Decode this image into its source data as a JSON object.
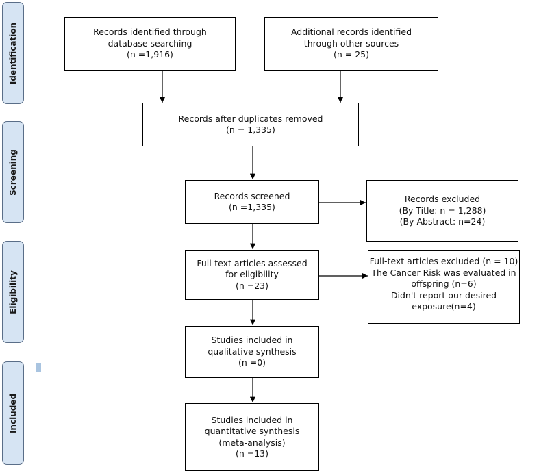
{
  "stages": {
    "identification": "Identification",
    "screening": "Screening",
    "eligibility": "Eligibility",
    "included": "Included"
  },
  "boxes": {
    "db_search": [
      "Records identified through",
      "database searching",
      "(n =1,916)"
    ],
    "other_sources": [
      "Additional records identified",
      "through other sources",
      "(n = 25)"
    ],
    "after_duplicates": [
      "Records after duplicates removed",
      "(n = 1,335)"
    ],
    "screened": [
      "Records screened",
      "(n =1,335)"
    ],
    "excluded": [
      "Records excluded",
      "(By Title: n = 1,288)",
      "(By Abstract: n=24)"
    ],
    "fulltext_assessed": [
      "Full-text articles assessed",
      "for eligibility",
      "(n =23)"
    ],
    "fulltext_excluded": [
      "Full-text articles excluded (n = 10)",
      "The Cancer Risk was evaluated in",
      "offspring (n=6)",
      "Didn't report our desired",
      "exposure(n=4)"
    ],
    "qualitative": [
      "Studies included in",
      "qualitative synthesis",
      "(n =0)"
    ],
    "quantitative": [
      "Studies included in",
      "quantitative synthesis",
      "(meta-analysis)",
      "(n =13)"
    ]
  }
}
